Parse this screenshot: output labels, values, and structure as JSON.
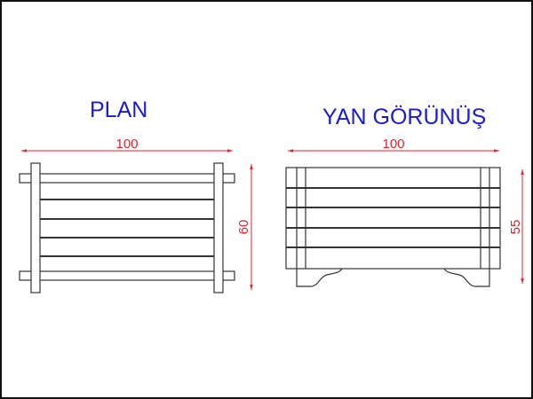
{
  "plan": {
    "title": "PLAN",
    "width_label": "100",
    "depth_label": "60"
  },
  "side_view": {
    "title": "YAN GÖRÜNÜŞ",
    "width_label": "100",
    "height_label": "55"
  },
  "colors": {
    "title": "#1a1adf",
    "dimension": "#e8202a",
    "outline": "#333333"
  }
}
